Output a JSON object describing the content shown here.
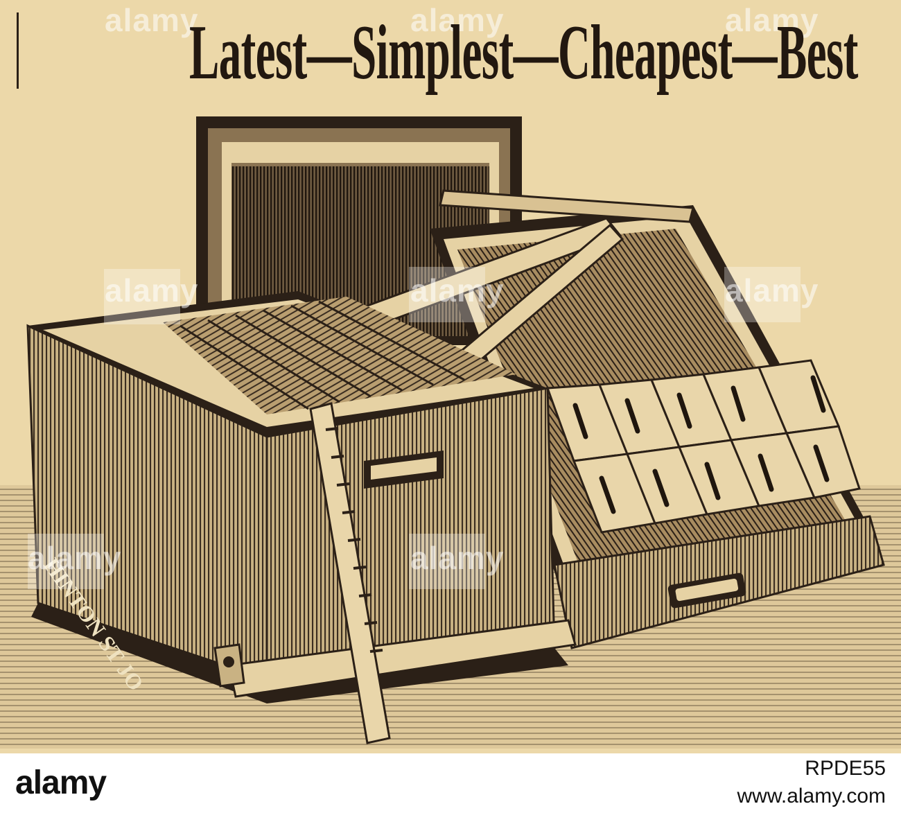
{
  "advert": {
    "headline": "Latest—Simplest—Cheapest—Best",
    "engraver_signature": "HINTON ST JO"
  },
  "watermark": {
    "text": "alamy"
  },
  "footer": {
    "logo_text": "alamy",
    "stock_id": "RPDE55",
    "site_url": "www.alamy.com"
  },
  "colors": {
    "paper": "#ecd8a9",
    "ink": "#221810",
    "footer_bg": "#ffffff"
  },
  "icons": {
    "illustration": "beehive-engraving"
  }
}
